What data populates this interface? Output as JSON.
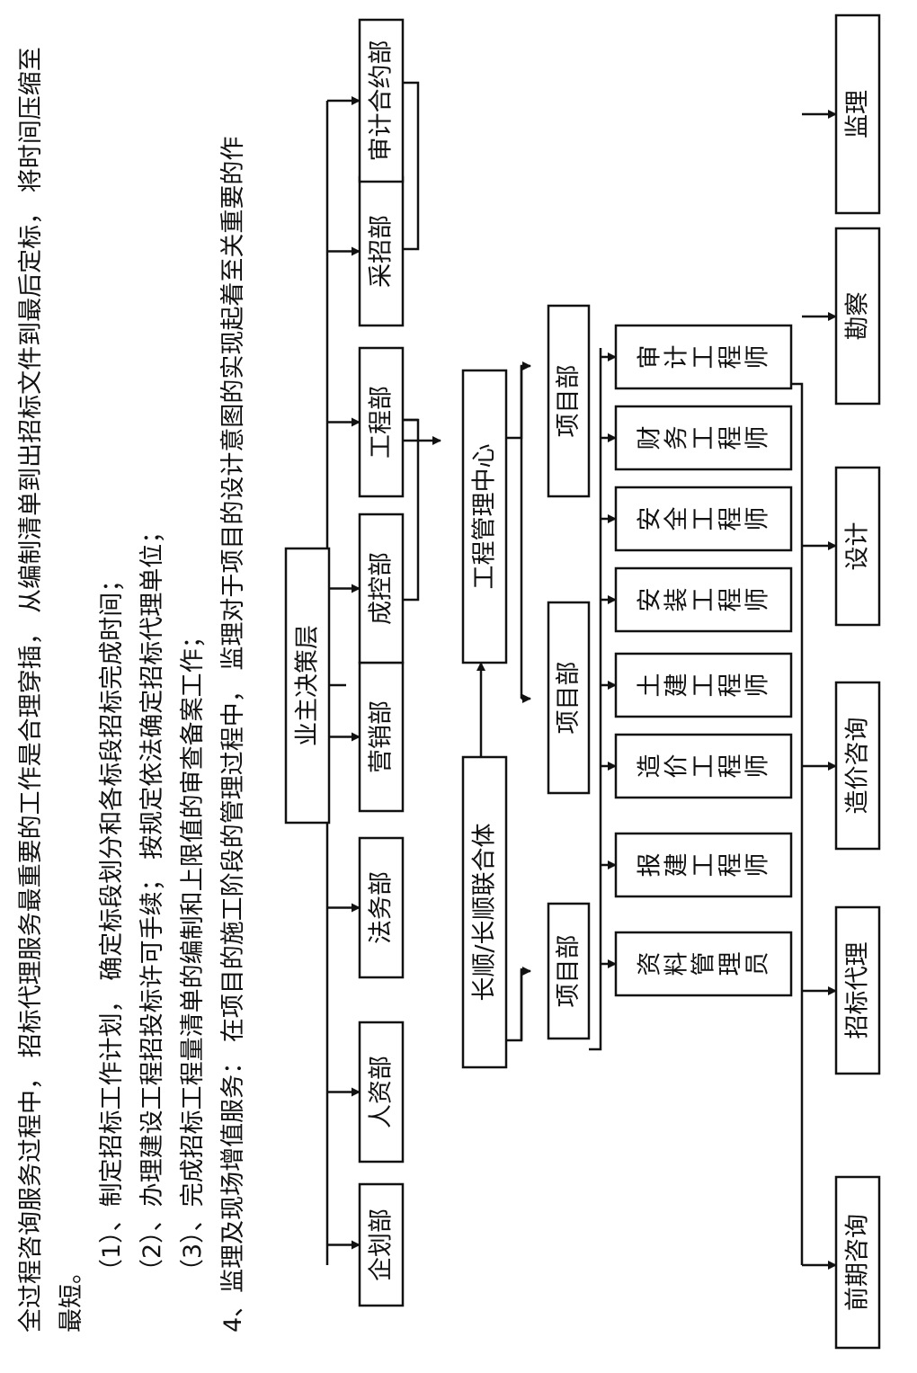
{
  "text": {
    "line1": "全过程咨询服务过程中，  招标代理服务最重要的工作是合理穿插，  从编制清单到出招标文件到最后定标，  将时间压缩至",
    "line2": "最短。",
    "item1": "（1）、制定招标工作计划，  确定标段划分和各标段招标完成时间；",
    "item2": "（2）、办理建设工程招投标许可手续；  按规定依法确定招标代理单位；",
    "item3": "（3）、完成招标工程量清单的编制和上限值的审查备案工作；",
    "item4": "4、监理及现场增值服务：  在项目的施工阶段的管理过程中，  监理对于项目的设计意图的实现起着至关重要的作"
  },
  "chart": {
    "owner": "业主决策层",
    "departments": [
      "企划部",
      "人资部",
      "法务部",
      "营销部",
      "成控部",
      "工程部",
      "采招部",
      "审计合约部"
    ],
    "consortium": "长顺/长顺联合体",
    "center": "工程管理中心",
    "project_depts": [
      "项目部",
      "项目部",
      "项目部"
    ],
    "staff": [
      "资料管理员",
      "报建工程师",
      "造价工程师",
      "土建工程师",
      "安装工程师",
      "安全工程师",
      "财务工程师",
      "审计工程师"
    ],
    "services": [
      "前期咨询",
      "招标代理",
      "造价咨询",
      "设计",
      "勘察",
      "监理"
    ]
  }
}
